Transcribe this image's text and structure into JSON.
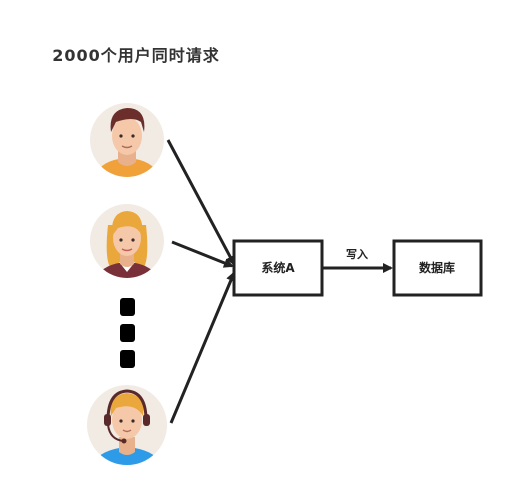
{
  "diagram": {
    "title": "2000个用户同时请求",
    "nodes": {
      "system": {
        "label": "系统A"
      },
      "database": {
        "label": "数据库"
      }
    },
    "edges": {
      "write": {
        "label": "写入"
      }
    },
    "users": [
      {
        "icon": "male-user-avatar-icon"
      },
      {
        "icon": "female-user-avatar-icon"
      },
      {
        "icon": "headset-user-avatar-icon"
      }
    ],
    "ellipsis": {
      "icon": "vertical-ellipsis-icon"
    },
    "colors": {
      "stroke": "#222222",
      "avatar_bg": "#f1ebe4",
      "shirt_orange": "#f0a13a",
      "shirt_maroon": "#7a3039",
      "shirt_blue": "#2d9be8",
      "skin": "#f4c8a8",
      "hair_dark": "#6b2e2a",
      "hair_blonde": "#eaa73c"
    }
  }
}
